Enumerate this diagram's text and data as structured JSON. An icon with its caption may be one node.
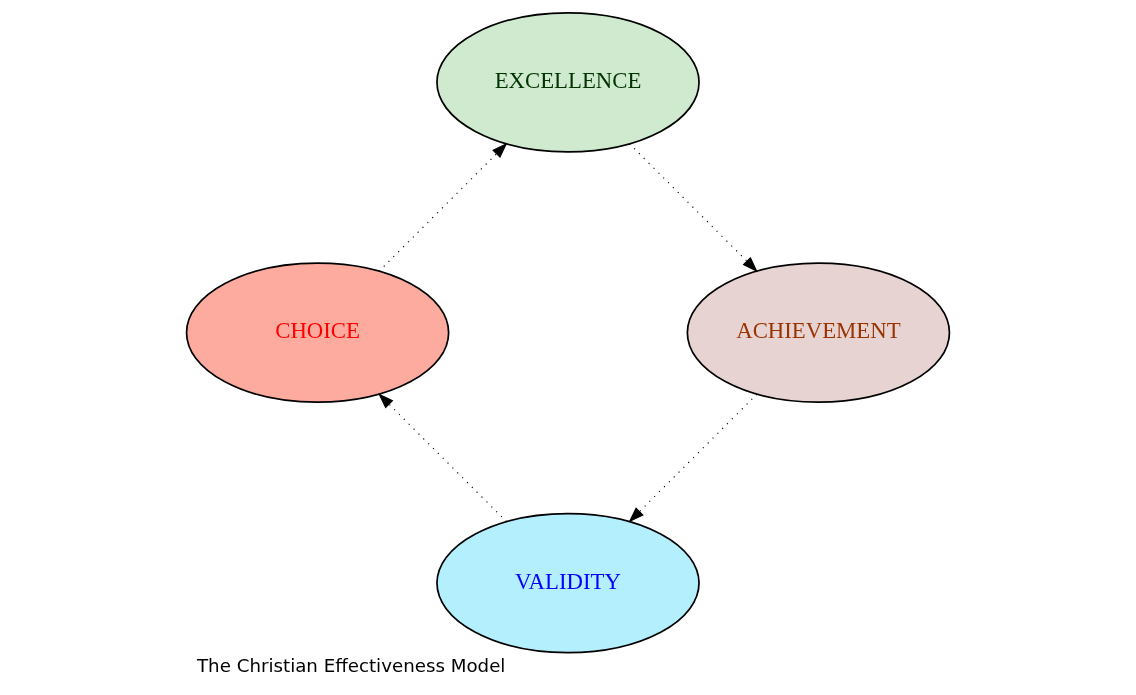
{
  "diagram": {
    "caption": "The Christian Effectiveness Model",
    "nodes": [
      {
        "text": [
          "VALIDITY"
        ]
      },
      {
        "text": [
          "CHOICE"
        ]
      },
      {
        "text": [
          "EXCELLENCE"
        ]
      },
      {
        "text": [
          "ACHIEVEMENT"
        ]
      }
    ],
    "edges": [
      {
        "from": 0,
        "to": 1,
        "arrow": "to",
        "style": "dashed"
      },
      {
        "from": 1,
        "to": 2,
        "arrow": "to",
        "style": "dashed"
      },
      {
        "from": 2,
        "to": 3,
        "arrow": "to",
        "style": "dashed"
      },
      {
        "from": 3,
        "to": 0,
        "arrow": "to",
        "style": "dashed"
      }
    ]
  }
}
